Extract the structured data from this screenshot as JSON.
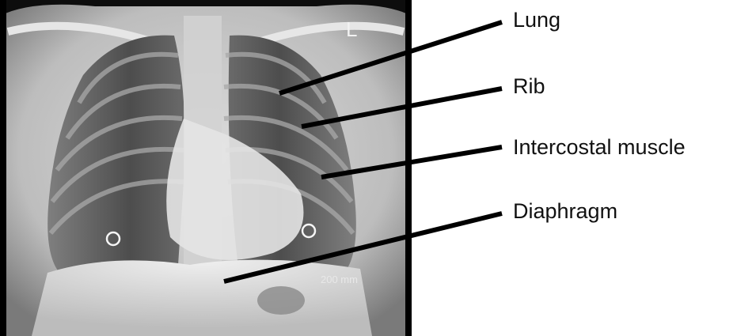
{
  "image": {
    "side_marker": "L",
    "scale_marker": "200 mm"
  },
  "labels": {
    "lung": "Lung",
    "rib": "Rib",
    "intercostal_muscle": "Intercostal muscle",
    "diaphragm": "Diaphragm"
  },
  "colors": {
    "leader_line": "#000000",
    "label_text": "#111111",
    "xray_background": "#0d0d0d"
  }
}
